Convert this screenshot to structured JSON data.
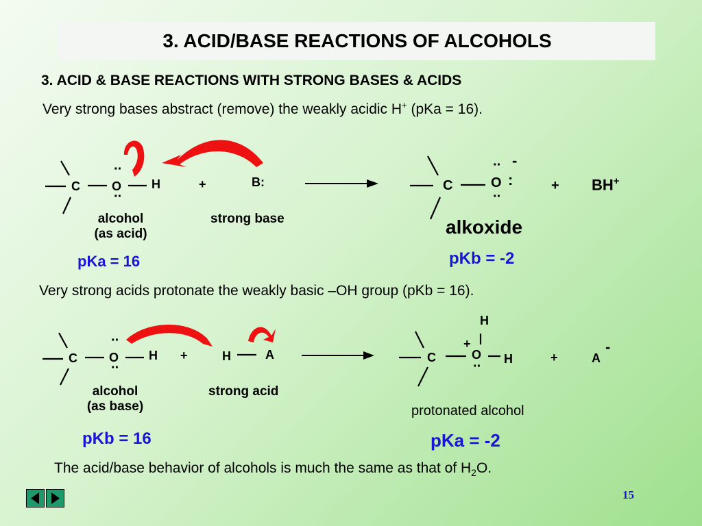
{
  "slide": {
    "title": "3.  ACID/BASE REACTIONS OF ALCOHOLS",
    "subheading": "3.  ACID & BASE REACTIONS WITH STRONG BASES & ACIDS",
    "line1_prefix": "Very strong bases abstract (remove) the weakly acidic H",
    "line1_sup": "+",
    "line1_suffix": "  (pKa = 16).",
    "line2": "Very strong acids protonate the weakly basic –OH group  (pKb = 16).",
    "footer_prefix": "The acid/base behavior of alcohols is much the same as that of H",
    "footer_sub": "2",
    "footer_suffix": "O.",
    "page_number": "15"
  },
  "reaction1": {
    "c": "C",
    "o": "O",
    "h": "H",
    "plus": "+",
    "base": "B:",
    "alcohol_label_1": "alcohol",
    "alcohol_label_2": "(as acid)",
    "base_label": "strong base",
    "alcohol_pka": "pKa = 16",
    "product_c": "C",
    "product_o": "O",
    "charge": "-",
    "product_plus": "+",
    "bh": "BH",
    "bh_sup": "+",
    "product_label": "alkoxide",
    "product_pkb": "pKb = -2"
  },
  "reaction2": {
    "c": "C",
    "o": "O",
    "h": "H",
    "plus": "+",
    "acid_h": "H",
    "acid_a": "A",
    "alcohol_label_1": "alcohol",
    "alcohol_label_2": "(as base)",
    "acid_label": "strong acid",
    "alcohol_pkb": "pKb = 16",
    "product_c": "C",
    "product_o": "O",
    "product_h_top": "H",
    "product_h_right": "H",
    "o_charge": "+",
    "product_plus": "+",
    "a": "A",
    "a_charge": "-",
    "product_label": "protonated alcohol",
    "product_pka": "pKa = -2"
  },
  "navigation": {
    "prev_icon": "previous-slide-icon",
    "next_icon": "next-slide-icon"
  },
  "colors": {
    "arrow": "#ee1111",
    "accent_blue": "#1a14d6",
    "nav_green": "#1e9a6a"
  }
}
